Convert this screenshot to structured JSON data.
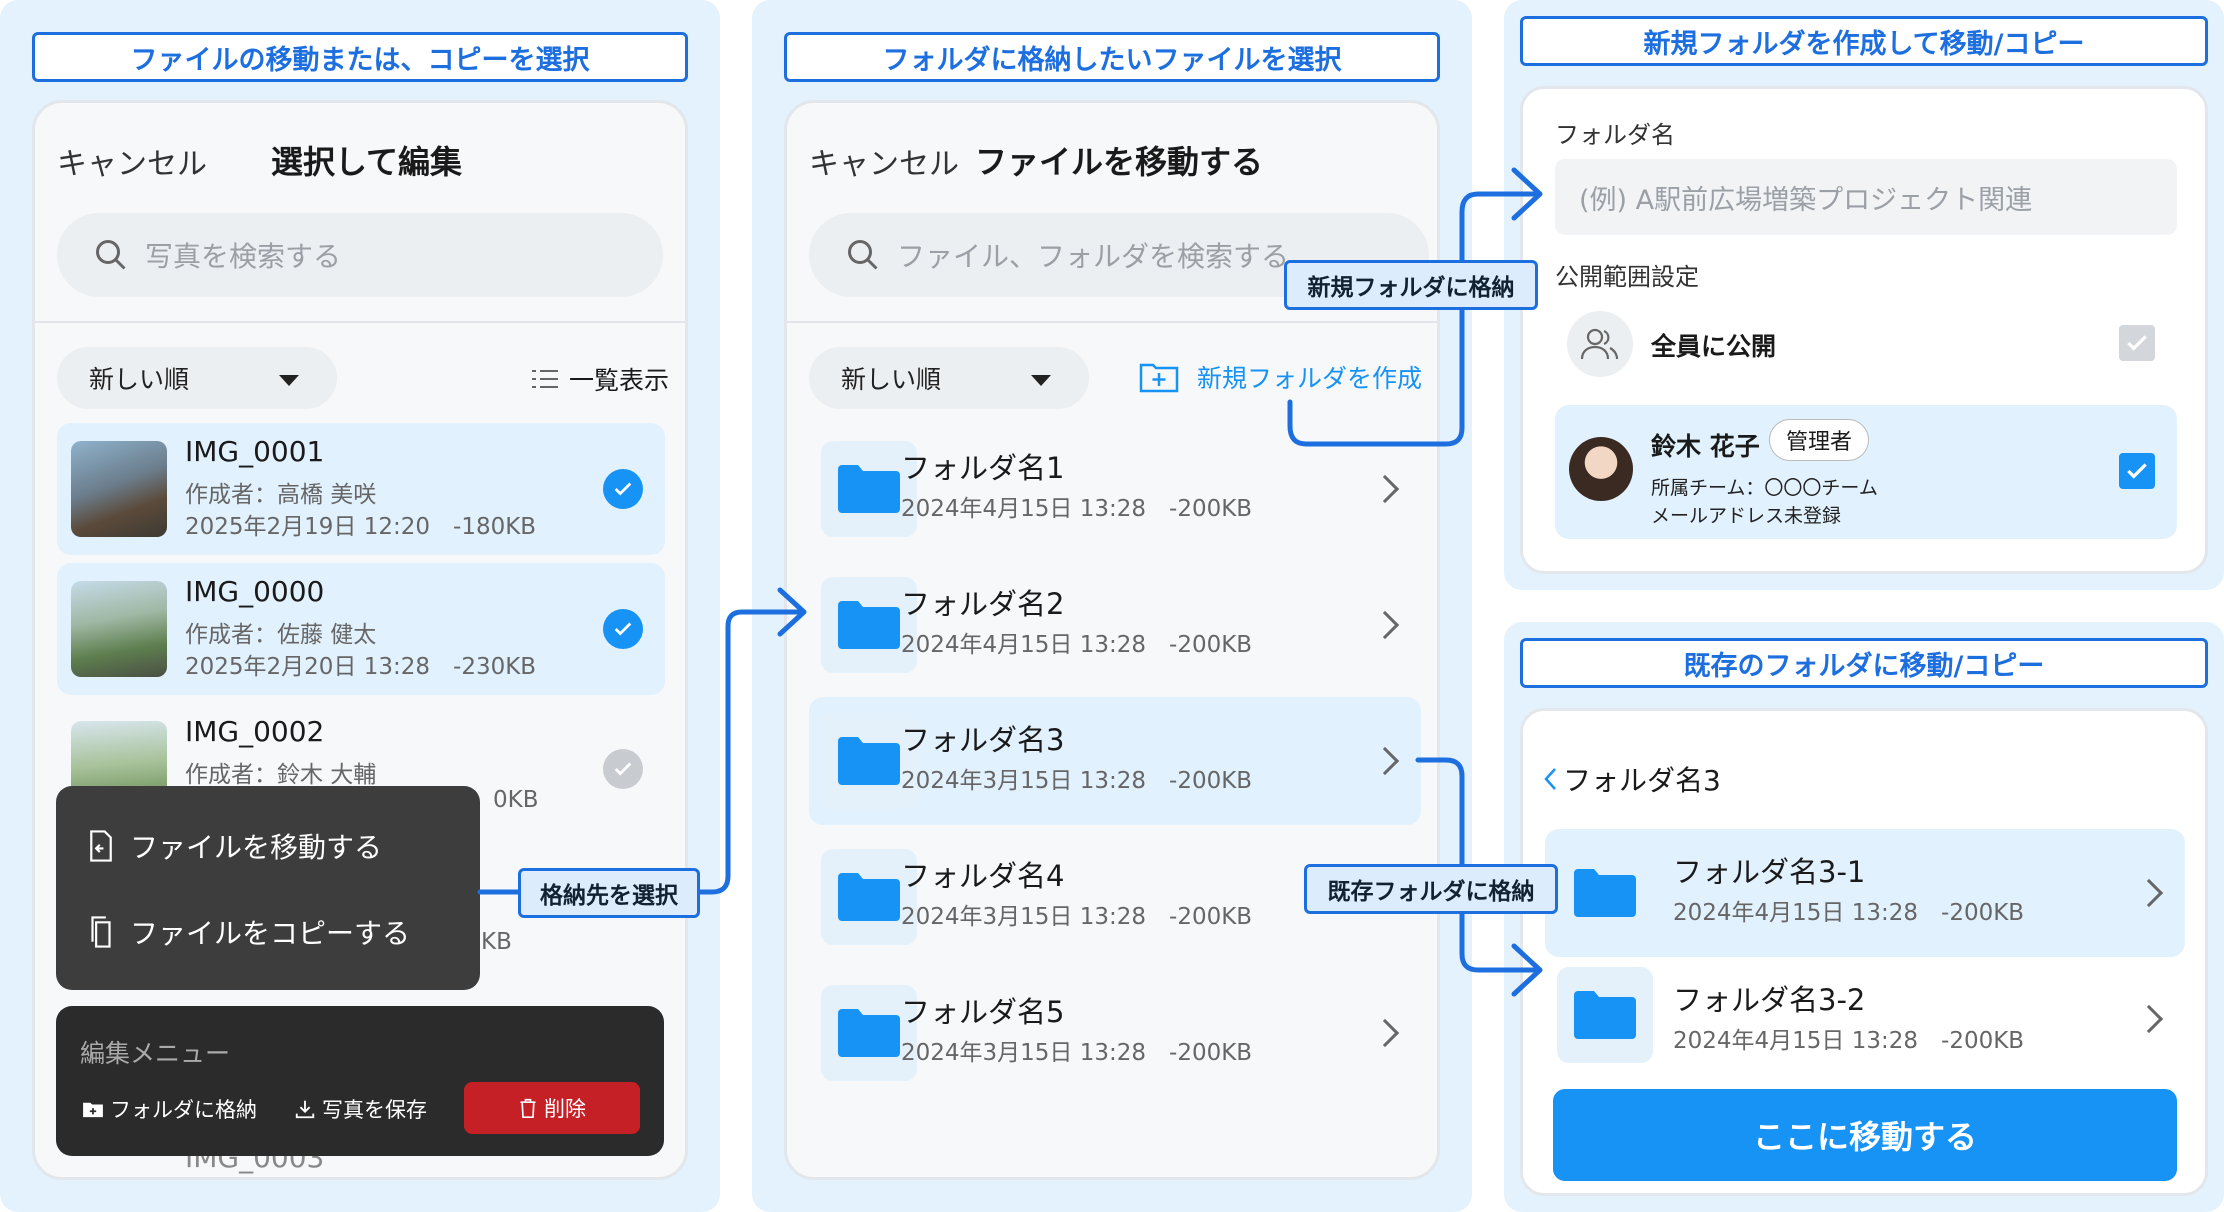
{
  "colors": {
    "accent": "#1792f5",
    "arrow": "#1d6fe0",
    "panel_bg": "#e3f2fd",
    "delete": "#c42026"
  },
  "panel1": {
    "label": "ファイルの移動または、コピーを選択",
    "cancel": "キャンセル",
    "title": "選択して編集",
    "search_placeholder": "写真を検索する",
    "sort": "新しい順",
    "view_toggle": "一覧表示",
    "items": [
      {
        "name": "IMG_0001",
        "author": "作成者：高橋 美咲",
        "meta": "2025年2月19日 12:20　-180KB",
        "selected": true
      },
      {
        "name": "IMG_0000",
        "author": "作成者：佐藤 健太",
        "meta": "2025年2月20日 13:28　-230KB",
        "selected": true
      },
      {
        "name": "IMG_0002",
        "author": "作成者：鈴木 大輔",
        "meta": "0KB",
        "selected": false
      },
      {
        "name": "IMG_0003",
        "meta2": "KB"
      }
    ],
    "context_menu": {
      "move": "ファイルを移動する",
      "copy": "ファイルをコピーする"
    },
    "edit_menu": {
      "title": "編集メニュー",
      "to_folder": "フォルダに格納",
      "save": "写真を保存",
      "delete": "削除"
    },
    "tag_select": "格納先を選択"
  },
  "panel2": {
    "label": "フォルダに格納したいファイルを選択",
    "cancel": "キャンセル",
    "title": "ファイルを移動する",
    "search_placeholder": "ファイル、フォルダを検索する",
    "sort": "新しい順",
    "new_folder": "新規フォルダを作成",
    "folders": [
      {
        "name": "フォルダ名1",
        "meta": "2024年4月15日 13:28　-200KB"
      },
      {
        "name": "フォルダ名2",
        "meta": "2024年4月15日 13:28　-200KB"
      },
      {
        "name": "フォルダ名3",
        "meta": "2024年3月15日 13:28　-200KB"
      },
      {
        "name": "フォルダ名4",
        "meta": "2024年3月15日 13:28　-200KB"
      },
      {
        "name": "フォルダ名5",
        "meta": "2024年3月15日 13:28　-200KB"
      }
    ],
    "tag_new": "新規フォルダに格納",
    "tag_existing": "既存フォルダに格納"
  },
  "panel3": {
    "label": "新規フォルダを作成して移動/コピー",
    "folder_name_label": "フォルダ名",
    "folder_name_placeholder": "(例) A駅前広場増築プロジェクト関連",
    "scope_label": "公開範囲設定",
    "public_all": "全員に公開",
    "user_name": "鈴木 花子",
    "user_role": "管理者",
    "user_team": "所属チーム：〇〇〇チーム",
    "user_mail": "メールアドレス未登録"
  },
  "panel4": {
    "label": "既存のフォルダに移動/コピー",
    "back_title": "フォルダ名3",
    "folders": [
      {
        "name": "フォルダ名3-1",
        "meta": "2024年4月15日 13:28　-200KB"
      },
      {
        "name": "フォルダ名3-2",
        "meta": "2024年4月15日 13:28　-200KB"
      }
    ],
    "move_here": "ここに移動する"
  }
}
